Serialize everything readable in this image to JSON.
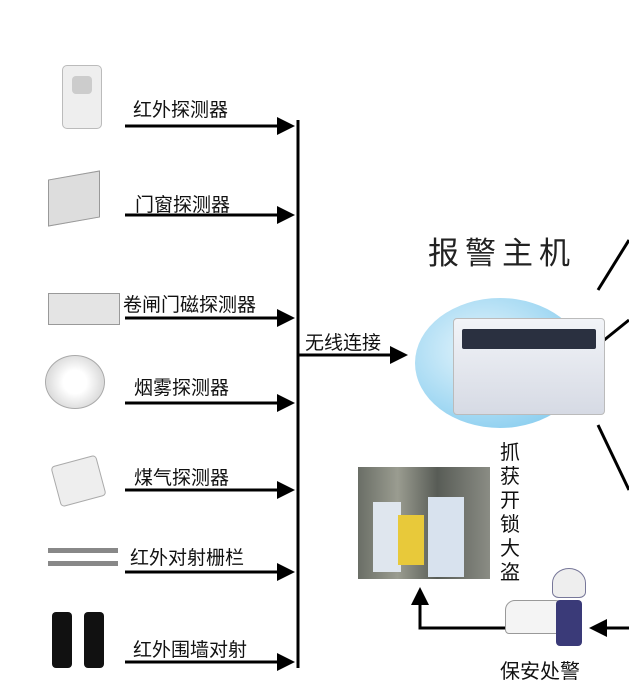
{
  "detectors": [
    {
      "label": "红外探测器",
      "icon": "pir-sensor-icon"
    },
    {
      "label": "门窗探测器",
      "icon": "door-sensor-icon"
    },
    {
      "label": "卷闸门磁探测器",
      "icon": "shutter-sensor-icon"
    },
    {
      "label": "烟雾探测器",
      "icon": "smoke-detector-icon"
    },
    {
      "label": "煤气探测器",
      "icon": "gas-detector-icon"
    },
    {
      "label": "红外对射栅栏",
      "icon": "ir-fence-icon"
    },
    {
      "label": "红外围墙对射",
      "icon": "ir-beam-icon"
    }
  ],
  "link_label": "无线连接",
  "host_title": "报警主机",
  "capture_label": "抓获开锁大盗",
  "security_label": "保安处警",
  "colors": {
    "line": "#000000",
    "host_glow": "#8fd0f0"
  }
}
